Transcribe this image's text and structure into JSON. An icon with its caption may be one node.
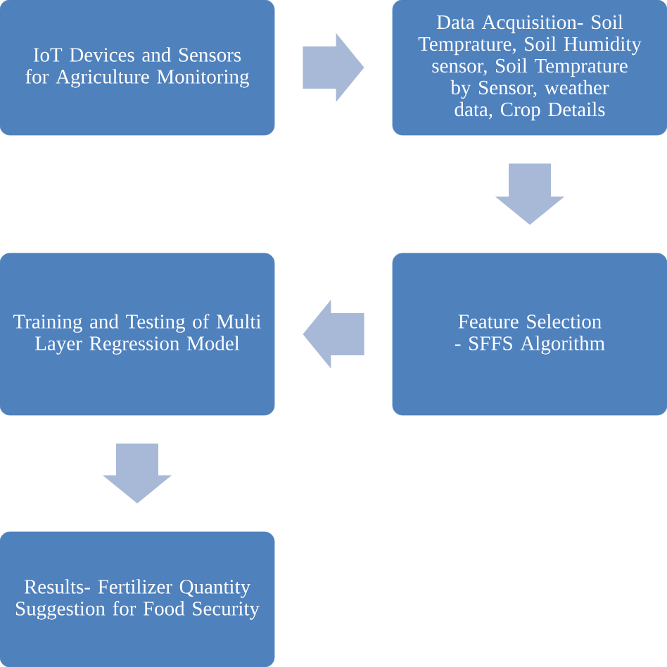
{
  "diagram": {
    "nodes": [
      {
        "text": [
          "IoT Devices and Sensors for Agriculture Monitoring"
        ]
      },
      {
        "text": [
          "Data Acquisition- Soil Temprature, Soil Humidity sensor, Soil Temprature by Sensor, weather data, Crop Details"
        ]
      },
      {
        "text": [
          "Training and Testing of Multi Layer Regression Model"
        ]
      },
      {
        "text": [
          "Feature Selection - SFFS Algorithm"
        ]
      },
      {
        "text": [
          "Results- Fertilizer Quantity Suggestion for Food Security"
        ]
      }
    ],
    "edges": [
      {
        "from": 0,
        "to": 1,
        "arrow": "to"
      },
      {
        "from": 1,
        "to": 3,
        "arrow": "to"
      },
      {
        "from": 3,
        "to": 2,
        "arrow": "to"
      },
      {
        "from": 2,
        "to": 4,
        "arrow": "to"
      }
    ]
  }
}
